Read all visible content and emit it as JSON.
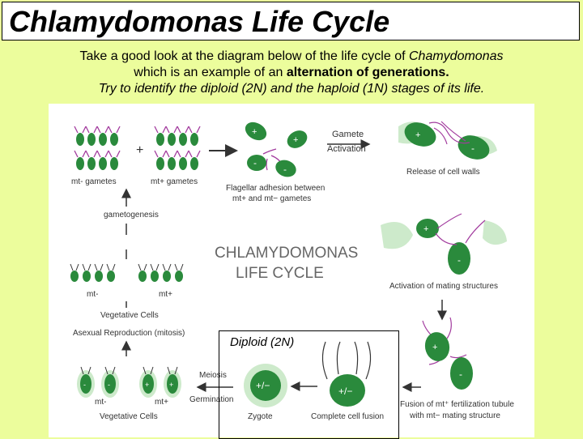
{
  "title": "Chlamydomonas Life Cycle",
  "intro": {
    "line1_pre": "Take a good look at the diagram below of the life cycle of ",
    "line1_italic": "Chamydomonas",
    "line2_pre": "which is an example of an ",
    "line2_bold": "alternation of generations.",
    "line3": "Try to identify the diploid (2N) and the haploid (1N) stages of its life."
  },
  "diagram": {
    "center_title_line1": "CHLAMYDOMONAS",
    "center_title_line2": "LIFE CYCLE",
    "mt_minus_gametes": "mt- gametes",
    "mt_plus_gametes": "mt+ gametes",
    "plus_sign": "+",
    "gametogenesis": "gametogenesis",
    "flagellar_line1": "Flagellar adhesion between",
    "flagellar_line2": "mt+ and mt− gametes",
    "gamete_activation_line1": "Gamete",
    "gamete_activation_line2": "Activation",
    "release_cell_walls": "Release of cell walls",
    "activation_mating": "Activation of mating structures",
    "veg_mt_minus": "mt-",
    "veg_mt_plus": "mt+",
    "vegetative_cells": "Vegetative Cells",
    "asexual_reproduction": "Asexual Reproduction (mitosis)",
    "diploid_label": "Diploid (2N)",
    "meiosis": "Meiosis",
    "germination": "Germination",
    "bottom_mt_minus": "mt-",
    "bottom_mt_plus": "mt+",
    "bottom_vegetative_cells": "Vegetative Cells",
    "zygote_symbol": "+/−",
    "zygote": "Zygote",
    "fusion_symbol": "+/−",
    "complete_fusion": "Complete cell fusion",
    "fusion_line1": "Fusion of mt⁺ fertilization tubule",
    "fusion_line2": "with mt− mating structure",
    "cell_plus": "+",
    "cell_minus": "-"
  }
}
